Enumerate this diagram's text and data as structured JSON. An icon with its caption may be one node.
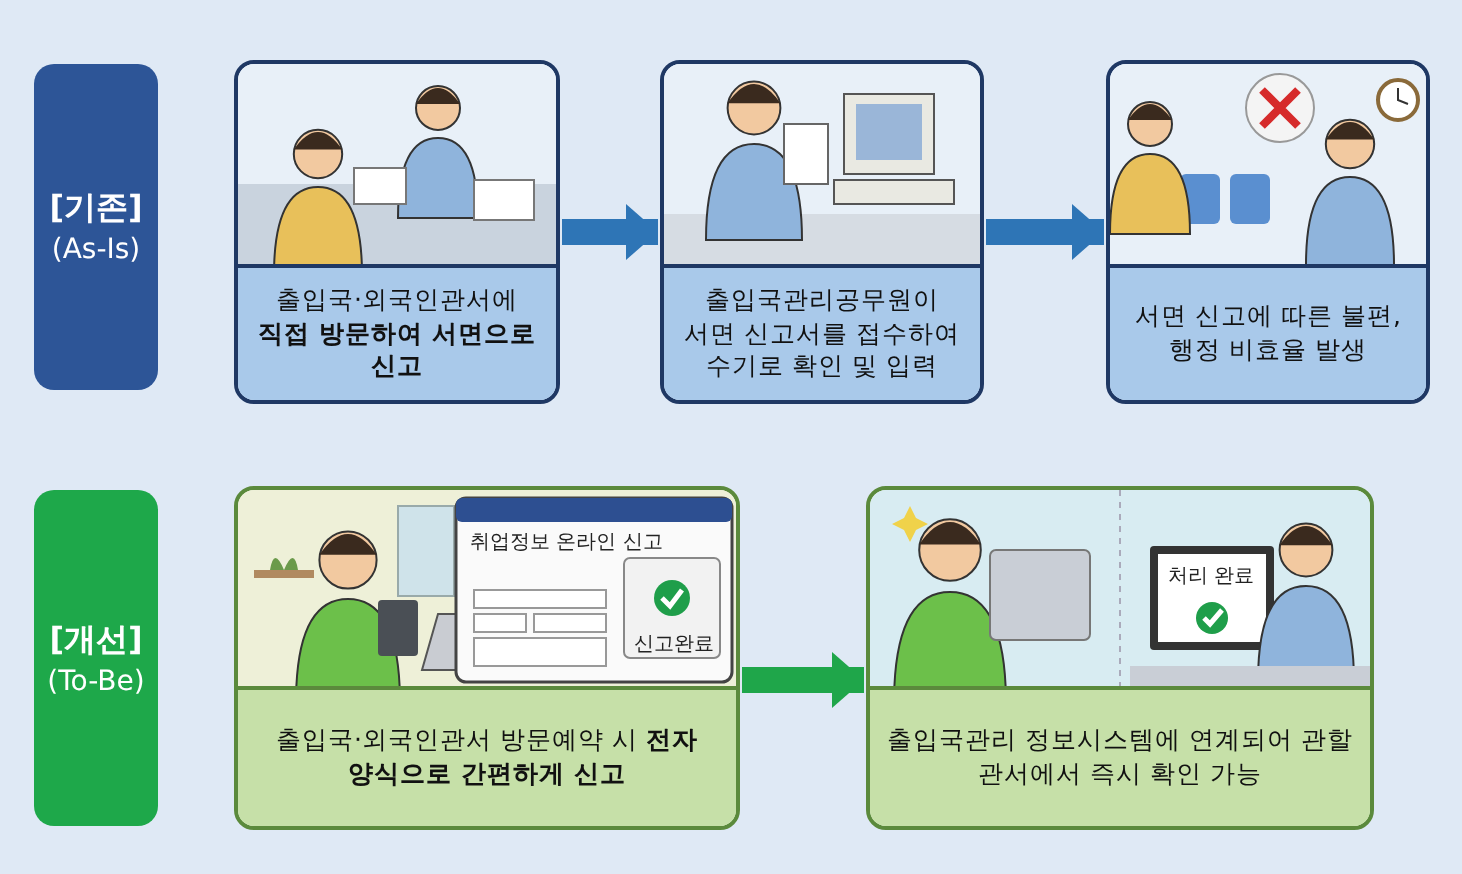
{
  "diagram": {
    "nodes": [
      {
        "text": [
          "[기존]",
          "(As-Is)"
        ]
      },
      {
        "text": [
          "출입국·외국인관서에 **직접 방문하여 서면으로 신고**"
        ]
      },
      {
        "text": [
          "출입국관리공무원이 서면 신고서를 접수하여 수기로 확인 및 입력"
        ]
      },
      {
        "text": [
          "서면 신고에 따른 불편, 행정 비효율 발생"
        ]
      },
      {
        "text": [
          "[개선]",
          "(To-Be)"
        ]
      },
      {
        "text": [
          "출입국·외국인관서 방문예약 시 **전자 양식으로 간편하게 신고**"
        ]
      },
      {
        "text": [
          "출입국관리 정보시스템에 연계되어 관할 관서에서 즉시 확인 가능"
        ]
      }
    ],
    "edges": [
      {
        "from": 1,
        "to": 2,
        "arrow": "to"
      },
      {
        "from": 2,
        "to": 3,
        "arrow": "to"
      },
      {
        "from": 5,
        "to": 6,
        "arrow": "to",
        "color": "#1fa64a"
      }
    ],
    "labels": [
      "취업정보 온라인 신고",
      "신고완료",
      "처리 완료"
    ]
  }
}
